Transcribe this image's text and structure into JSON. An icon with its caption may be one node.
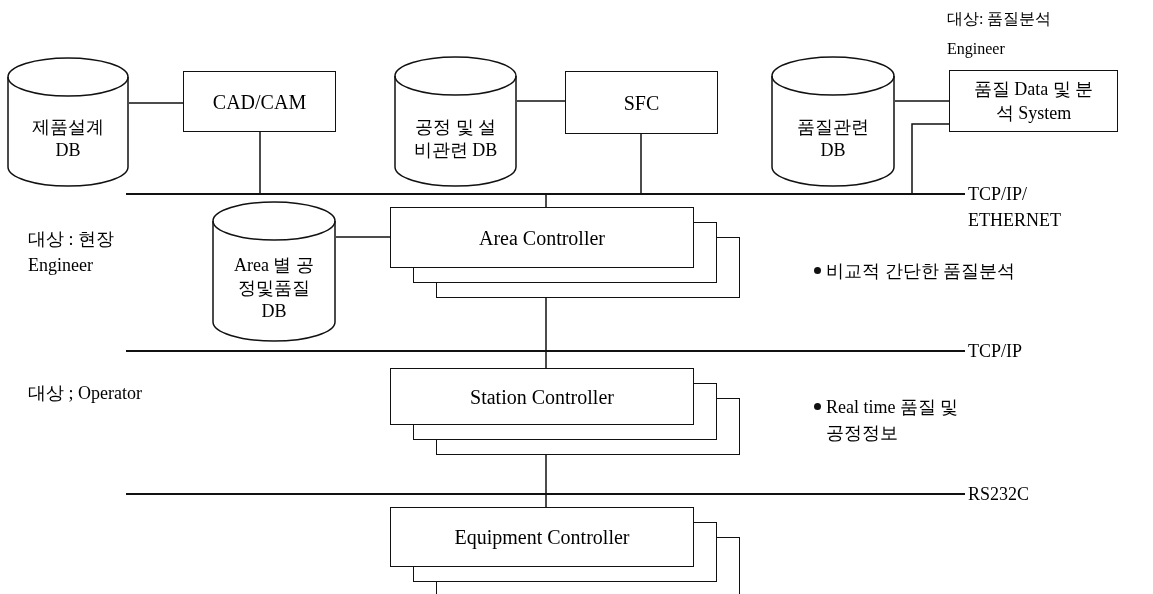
{
  "diagram": {
    "nodes": [
      {
        "text": [
          "제품설계 DB"
        ]
      },
      {
        "text": [
          "CAD/CAM"
        ]
      },
      {
        "text": [
          "공정 및 설비관련 DB"
        ]
      },
      {
        "text": [
          "SFC"
        ]
      },
      {
        "text": [
          "품질관련 DB"
        ]
      },
      {
        "text": [
          "품질 Data 및 분석 System"
        ],
        "beside": [
          "대상: 품질분석 Engineer"
        ]
      },
      {
        "text": [],
        "shape": "bar",
        "beside": [
          "TCP/IP/ ETHERNET"
        ]
      },
      {
        "text": [
          "Area 별 공정및품질 DB"
        ]
      },
      {
        "text": [
          "Area Controller"
        ]
      },
      {
        "text": [],
        "shape": "bar",
        "beside": [
          "TCP/IP"
        ]
      },
      {
        "text": [
          "Station Controller"
        ]
      },
      {
        "text": [],
        "shape": "bar",
        "beside": [
          "RS232C"
        ]
      },
      {
        "text": [
          "Equipment Controller"
        ]
      }
    ],
    "edges": [
      {
        "from": 0,
        "to": 1,
        "arrow": "none"
      },
      {
        "from": 1,
        "to": 6,
        "arrow": "none"
      },
      {
        "from": 2,
        "to": 3,
        "arrow": "none"
      },
      {
        "from": 3,
        "to": 6,
        "arrow": "none"
      },
      {
        "from": 4,
        "to": 5,
        "arrow": "none"
      },
      {
        "from": 5,
        "to": 6,
        "arrow": "none"
      },
      {
        "from": 6,
        "to": 8,
        "arrow": "none"
      },
      {
        "from": 7,
        "to": 8,
        "arrow": "none"
      },
      {
        "from": 8,
        "to": 9,
        "arrow": "none"
      },
      {
        "from": 9,
        "to": 10,
        "arrow": "none"
      },
      {
        "from": 10,
        "to": 11,
        "arrow": "none"
      },
      {
        "from": 11,
        "to": 12,
        "arrow": "none"
      }
    ],
    "labels": [
      "대상 : 현장 Engineer",
      "비교적 간단한 품질분석",
      "대상 ; Operator",
      "Real time 품질 및 공정정보"
    ]
  }
}
